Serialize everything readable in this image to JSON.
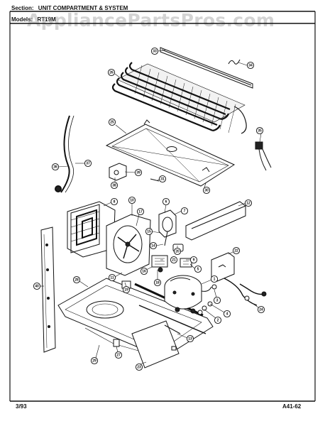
{
  "header": {
    "section_label": "Section:",
    "section_value": "UNIT COMPARTMENT & SYSTEM",
    "models_label": "Models:",
    "models_value": "RT19M"
  },
  "watermark": "AppliancePartsPros.com",
  "footer": {
    "date": "3/93",
    "code": "A41-62"
  },
  "callouts": [
    {
      "id": "c33",
      "label": "33"
    },
    {
      "id": "c34",
      "label": "34"
    },
    {
      "id": "c26",
      "label": "26"
    },
    {
      "id": "c25",
      "label": "25"
    },
    {
      "id": "c35",
      "label": "35"
    },
    {
      "id": "c36",
      "label": "36"
    },
    {
      "id": "c37",
      "label": "37"
    },
    {
      "id": "c38",
      "label": "38"
    },
    {
      "id": "c39",
      "label": "39"
    },
    {
      "id": "c31",
      "label": "31"
    },
    {
      "id": "c30",
      "label": "30"
    },
    {
      "id": "c8",
      "label": "8"
    },
    {
      "id": "c10",
      "label": "10"
    },
    {
      "id": "c17",
      "label": "17"
    },
    {
      "id": "c6",
      "label": "6"
    },
    {
      "id": "c7",
      "label": "7"
    },
    {
      "id": "c12",
      "label": "12"
    },
    {
      "id": "c15",
      "label": "15"
    },
    {
      "id": "c14",
      "label": "14"
    },
    {
      "id": "c21",
      "label": "21"
    },
    {
      "id": "c20",
      "label": "20"
    },
    {
      "id": "c5",
      "label": "5"
    },
    {
      "id": "c9",
      "label": "9"
    },
    {
      "id": "c22",
      "label": "22"
    },
    {
      "id": "c11",
      "label": "11"
    },
    {
      "id": "c18",
      "label": "18"
    },
    {
      "id": "c16",
      "label": "16"
    },
    {
      "id": "c19",
      "label": "19"
    },
    {
      "id": "c40",
      "label": "40"
    },
    {
      "id": "c28",
      "label": "28"
    },
    {
      "id": "c1",
      "label": "1"
    },
    {
      "id": "c3",
      "label": "3"
    },
    {
      "id": "c4",
      "label": "4"
    },
    {
      "id": "c2",
      "label": "2"
    },
    {
      "id": "c24",
      "label": "24"
    },
    {
      "id": "c13",
      "label": "13"
    },
    {
      "id": "c27",
      "label": "27"
    },
    {
      "id": "c29",
      "label": "29"
    },
    {
      "id": "c23",
      "label": "23"
    }
  ]
}
